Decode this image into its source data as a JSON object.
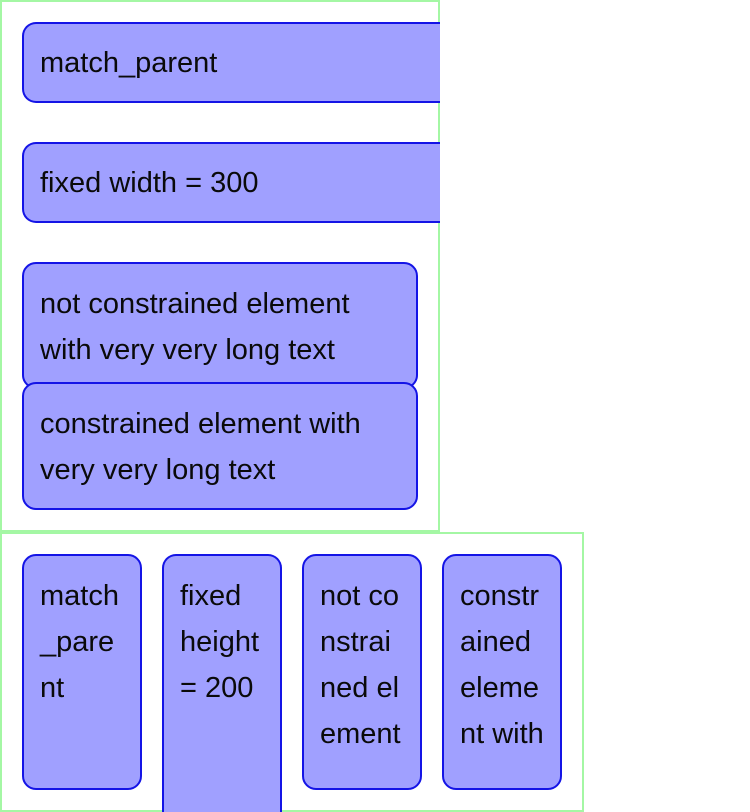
{
  "vertical_group": {
    "items": [
      {
        "label": "match_parent"
      },
      {
        "label": "fixed width = 300"
      },
      {
        "label": "not constrained element with very very long text"
      },
      {
        "label": "constrained element with very very long text"
      }
    ]
  },
  "horizontal_group": {
    "items": [
      {
        "label": "match_parent"
      },
      {
        "label": "fixed height = 200"
      },
      {
        "label": "not constrained element with very very long text"
      },
      {
        "label": "constrained element with very very long text"
      }
    ]
  },
  "colors": {
    "frame_border": "#a4f7a4",
    "box_fill": "#a0a0ff",
    "box_border": "#1414e6"
  }
}
